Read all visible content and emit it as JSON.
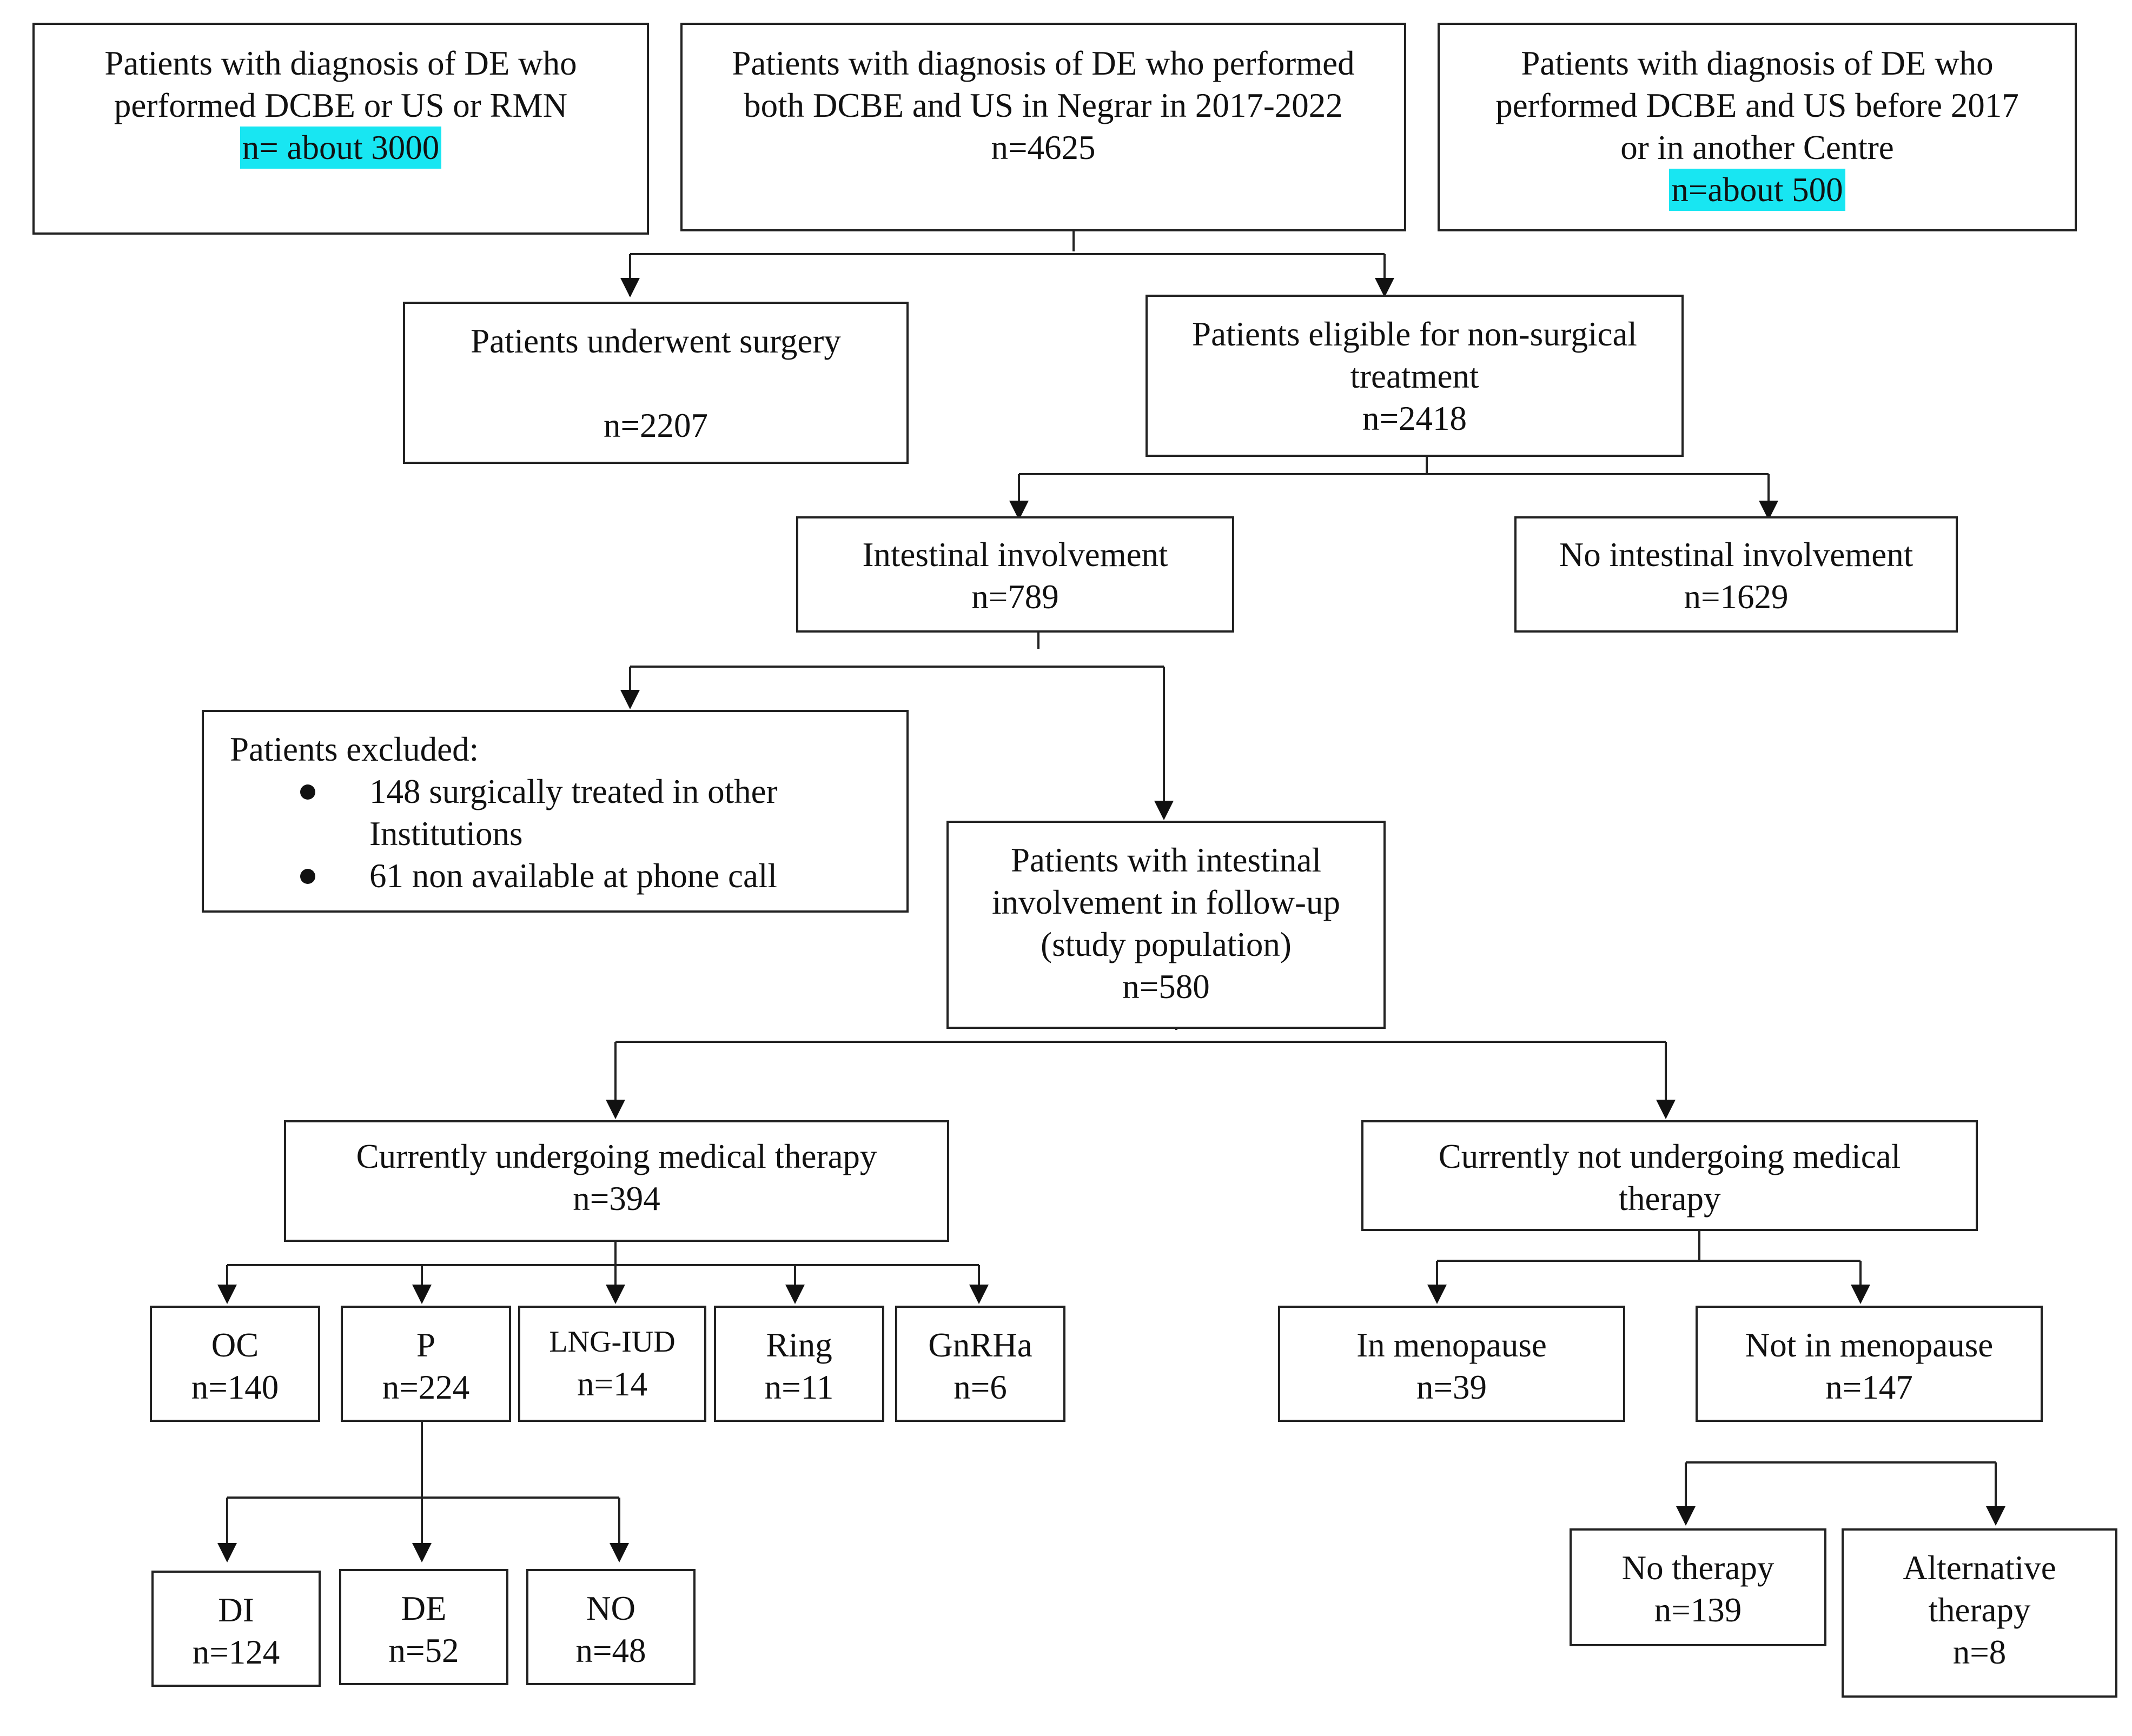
{
  "boxes": {
    "dcbe_us_rmn": {
      "line1": "Patients with diagnosis of DE who",
      "line2": "performed DCBE or US or RMN",
      "n": "n= about 3000"
    },
    "negrar": {
      "line1": "Patients with diagnosis of DE who performed",
      "line2": "both DCBE and US in Negrar in 2017-2022",
      "n": "n=4625"
    },
    "before_2017": {
      "line1": "Patients with diagnosis of DE who",
      "line2": "performed DCBE and US before 2017",
      "line3": "or in another Centre",
      "n": "n=about 500"
    },
    "surgery": {
      "label": "Patients underwent surgery",
      "n": "n=2207"
    },
    "non_surgical": {
      "line1": "Patients eligible for non-surgical",
      "line2": "treatment",
      "n": "n=2418"
    },
    "intestinal": {
      "label": "Intestinal involvement",
      "n": "n=789"
    },
    "no_intestinal": {
      "label": "No intestinal involvement",
      "n": "n=1629"
    },
    "excluded": {
      "title": "Patients excluded:",
      "items": [
        [
          "148 surgically treated in other",
          "Institutions"
        ],
        [
          "61 non available at phone call"
        ]
      ]
    },
    "study_population": {
      "line1": "Patients with intestinal",
      "line2": "involvement in follow-up",
      "line3": "(study population)",
      "n": "n=580"
    },
    "on_therapy": {
      "label": "Currently undergoing medical therapy",
      "n": "n=394"
    },
    "not_on_therapy": {
      "line1": "Currently not undergoing medical",
      "line2": "therapy"
    },
    "oc": {
      "label": "OC",
      "n": "n=140"
    },
    "p": {
      "label": "P",
      "n": "n=224"
    },
    "lng_iud": {
      "label": "LNG-IUD",
      "n": "n=14"
    },
    "ring": {
      "label": "Ring",
      "n": "n=11"
    },
    "gnrha": {
      "label": "GnRHa",
      "n": "n=6"
    },
    "menopause": {
      "label": "In menopause",
      "n": "n=39"
    },
    "not_menopause": {
      "label": "Not in menopause",
      "n": "n=147"
    },
    "di": {
      "label": "DI",
      "n": "n=124"
    },
    "de": {
      "label": "DE",
      "n": "n=52"
    },
    "no": {
      "label": "NO",
      "n": "n=48"
    },
    "no_therapy": {
      "label": "No therapy",
      "n": "n=139"
    },
    "alternative": {
      "line1": "Alternative",
      "line2": "therapy",
      "n": "n=8"
    }
  },
  "colors": {
    "highlight": "#18e6f2",
    "stroke": "#222222"
  }
}
